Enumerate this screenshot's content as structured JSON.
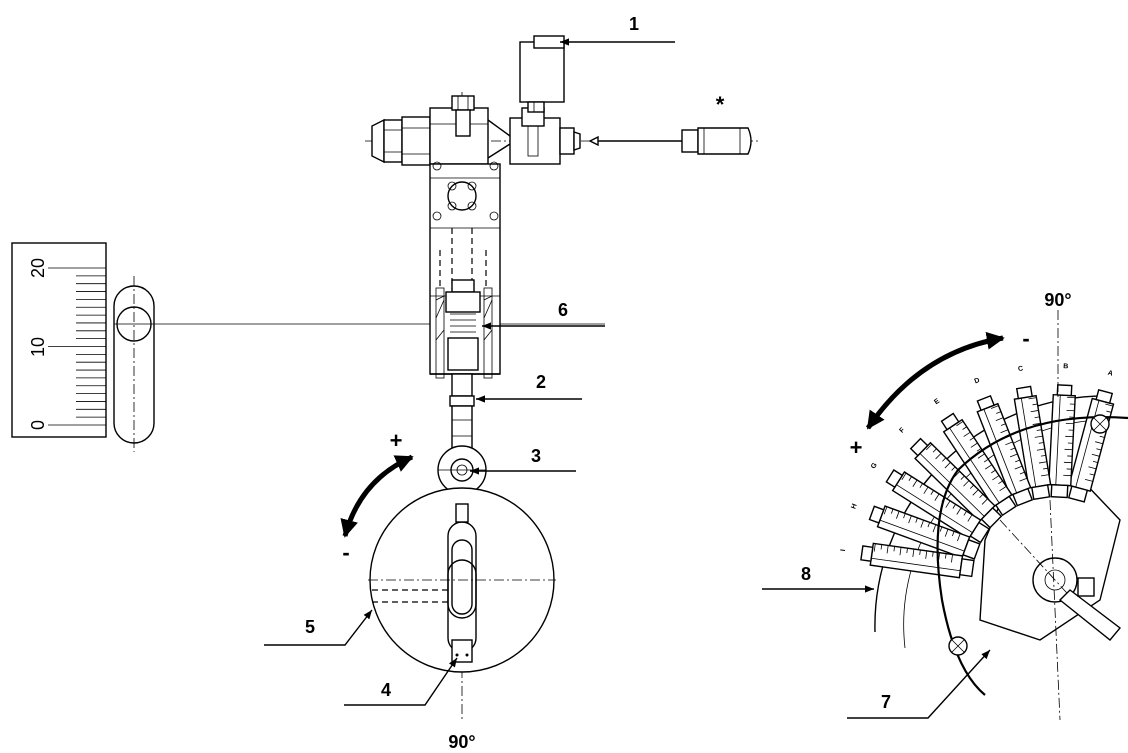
{
  "callouts": {
    "c1": "1",
    "c2": "2",
    "c3": "3",
    "c4": "4",
    "c5": "5",
    "c6": "6",
    "c7": "7",
    "c8": "8"
  },
  "star": "*",
  "scale": {
    "top": "20",
    "mid": "10",
    "bottom": "0"
  },
  "angle": {
    "top": "90°",
    "bottom": "90°"
  },
  "signs": {
    "wheel_plus": "+",
    "wheel_minus": "-",
    "fan_plus": "+",
    "fan_minus": "-"
  },
  "fan_letters": [
    "A",
    "B",
    "C",
    "D",
    "E",
    "F",
    "G",
    "H",
    "I"
  ]
}
